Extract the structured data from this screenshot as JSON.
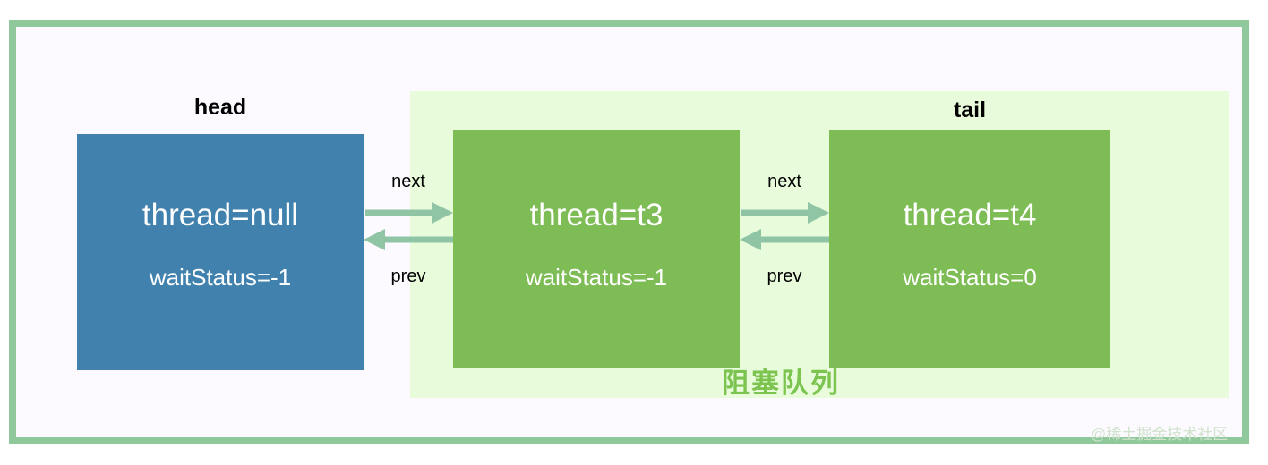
{
  "figure": {
    "title": "AQS CLH blocking queue linked-list diagram",
    "background_color": "#fdfaff",
    "frame_color": "#8fc99b",
    "queue_panel_color": "#e8fcdb"
  },
  "nodes": [
    {
      "id": "head",
      "caption": "head",
      "thread": "thread=null",
      "wait_status": "waitStatus=-1",
      "color": "#4181ae",
      "in_queue": false
    },
    {
      "id": "t3",
      "caption": "",
      "thread": "thread=t3",
      "wait_status": "waitStatus=-1",
      "color": "#7ebc55",
      "in_queue": true
    },
    {
      "id": "t4",
      "caption": "tail",
      "thread": "thread=t4",
      "wait_status": "waitStatus=0",
      "color": "#7ebc55",
      "in_queue": true
    }
  ],
  "links": [
    {
      "id": "head-t3",
      "forward_label": "next",
      "backward_label": "prev",
      "color": "#8fc4a4"
    },
    {
      "id": "t3-t4",
      "forward_label": "next",
      "backward_label": "prev",
      "color": "#8fc4a4"
    }
  ],
  "queue_label": {
    "text": "阻塞队列",
    "color": "#7cc44f"
  },
  "watermark": {
    "text": "@稀土掘金技术社区",
    "color": "#cfe3cd"
  }
}
